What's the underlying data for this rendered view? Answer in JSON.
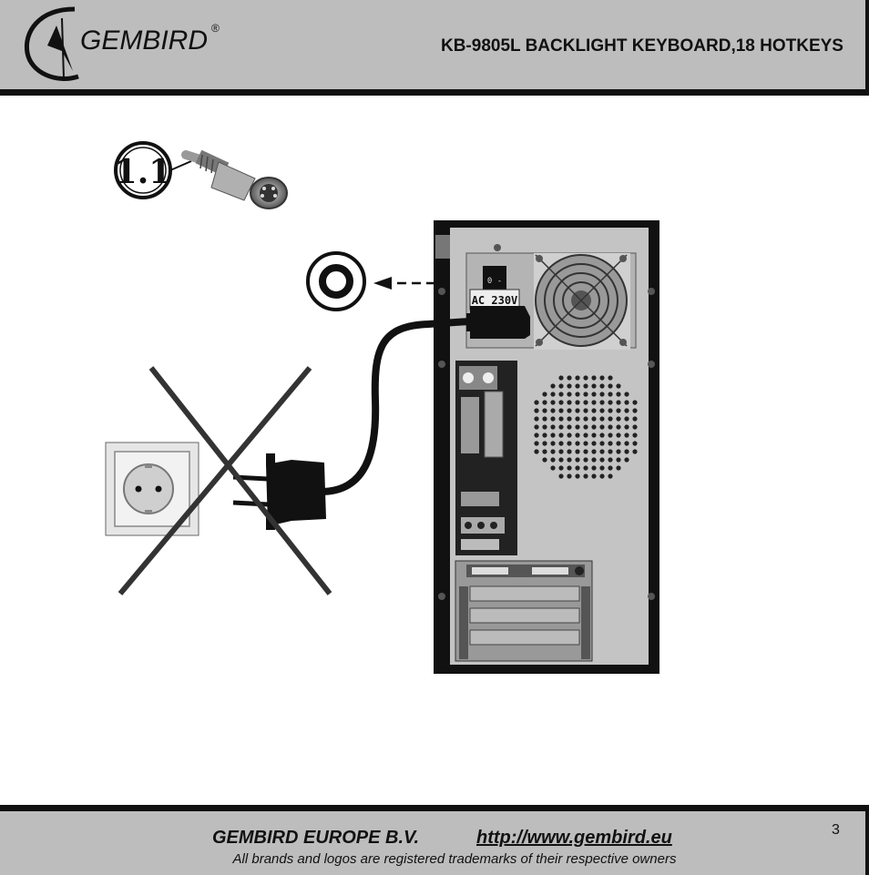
{
  "header": {
    "logo_text": "GEMBIRD",
    "logo_reg": "®",
    "title": "KB-9805L BACKLIGHT KEYBOARD,18 HOTKEYS"
  },
  "figure": {
    "step_label": "1.1",
    "psu_label": "AC 230V",
    "switch_label": "0 -"
  },
  "footer": {
    "company": "GEMBIRD EUROPE B.V.",
    "website": "http://www.gembird.eu",
    "trademark": "All brands and logos are registered trademarks of their respective owners",
    "page_number": "3"
  },
  "colors": {
    "band": "#bdbdbd",
    "ink": "#111111",
    "case": "#c4c4c4"
  }
}
